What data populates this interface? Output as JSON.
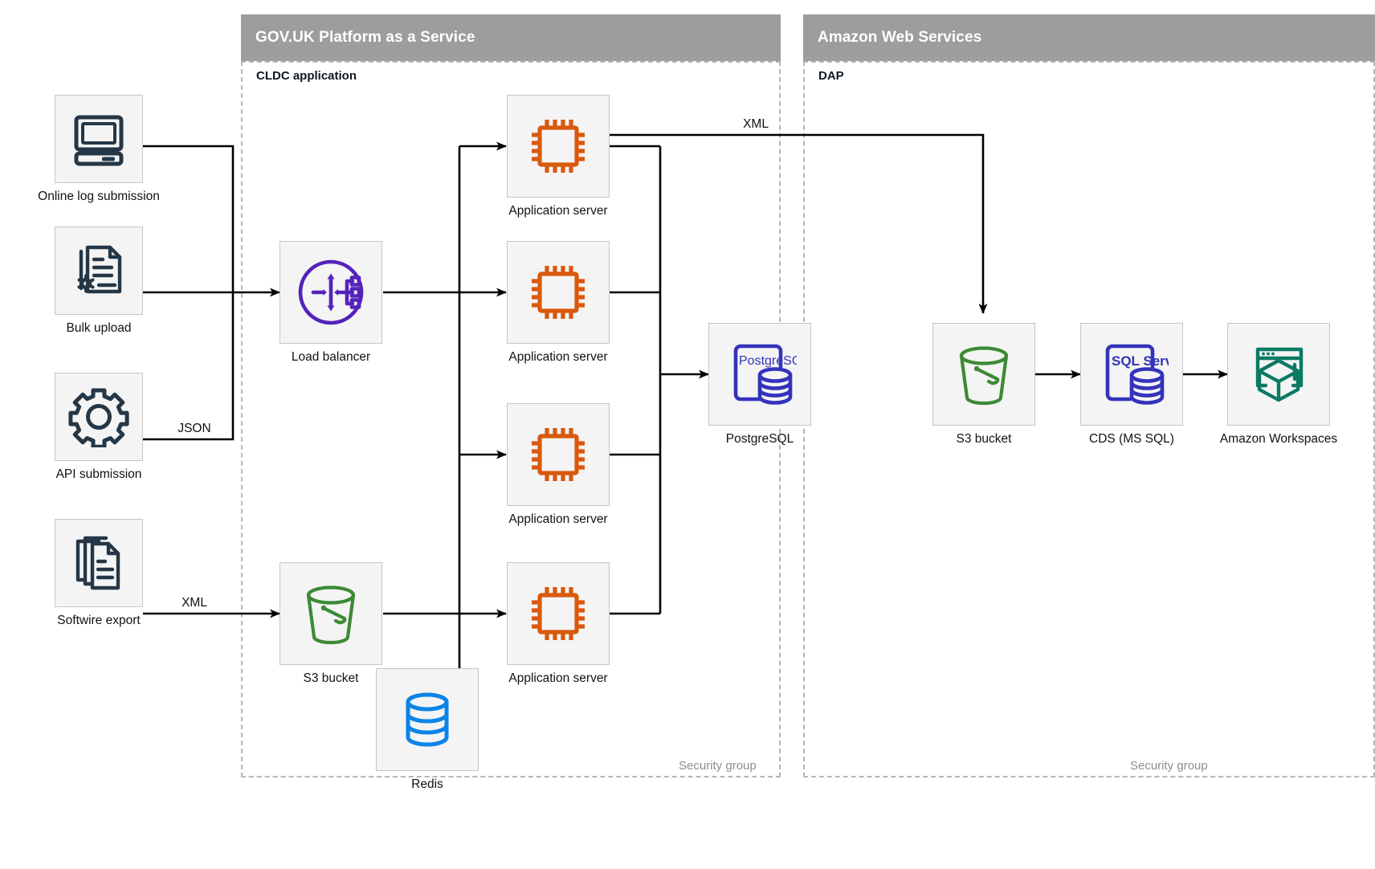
{
  "groups": [
    {
      "id": "paas",
      "title": "GOV.UK Platform as a Service",
      "sub_label": "CLDC application",
      "security_label": "Security group"
    },
    {
      "id": "aws",
      "title": "Amazon Web Services",
      "sub_label": "DAP",
      "security_label": "Security group"
    }
  ],
  "nodes": [
    {
      "id": "online-log-submission",
      "label": "Online log submission",
      "icon": "desktop-computer-icon",
      "color": "#253746"
    },
    {
      "id": "bulk-upload",
      "label": "Bulk upload",
      "icon": "document-gear-icon",
      "color": "#253746"
    },
    {
      "id": "api-submission",
      "label": "API submission",
      "icon": "gear-icon",
      "color": "#253746"
    },
    {
      "id": "softwire-export",
      "label": "Softwire export",
      "icon": "document-stack-icon",
      "color": "#253746"
    },
    {
      "id": "load-balancer",
      "label": "Load balancer",
      "icon": "load-balancer-icon",
      "color": "#5522bb"
    },
    {
      "id": "app-server-1",
      "label": "Application server",
      "icon": "cpu-chip-icon",
      "color": "#d9590d"
    },
    {
      "id": "app-server-2",
      "label": "Application server",
      "icon": "cpu-chip-icon",
      "color": "#d9590d"
    },
    {
      "id": "app-server-3",
      "label": "Application server",
      "icon": "cpu-chip-icon",
      "color": "#d9590d"
    },
    {
      "id": "app-server-4",
      "label": "Application server",
      "icon": "cpu-chip-icon",
      "color": "#d9590d"
    },
    {
      "id": "postgresql",
      "label": "PostgreSQL",
      "icon": "postgresql-icon",
      "color": "#3333bb",
      "badge_text": "PostgreSQL"
    },
    {
      "id": "s3-bucket-paas",
      "label": "S3 bucket",
      "icon": "s3-bucket-icon",
      "color": "#3c8a35"
    },
    {
      "id": "redis",
      "label": "Redis",
      "icon": "database-cylinder-icon",
      "color": "#0b84e8"
    },
    {
      "id": "s3-bucket-aws",
      "label": "S3 bucket",
      "icon": "s3-bucket-icon",
      "color": "#3c8a35"
    },
    {
      "id": "cds-ms-sql",
      "label": "CDS (MS SQL)",
      "icon": "sql-server-icon",
      "color": "#3333bb",
      "badge_text": "SQL Server"
    },
    {
      "id": "amazon-workspaces",
      "label": "Amazon Workspaces",
      "icon": "workspaces-cube-icon",
      "color": "#0b7a64"
    }
  ],
  "edges": [
    {
      "id": "online-log-to-lb",
      "from": "online-log-submission",
      "to": "load-balancer",
      "label": ""
    },
    {
      "id": "bulk-upload-to-lb",
      "from": "bulk-upload",
      "to": "load-balancer",
      "label": ""
    },
    {
      "id": "api-submission-to-lb",
      "from": "api-submission",
      "to": "load-balancer",
      "label": "JSON"
    },
    {
      "id": "softwire-to-s3",
      "from": "softwire-export",
      "to": "s3-bucket-paas",
      "label": "XML"
    },
    {
      "id": "lb-to-app-servers",
      "from": "load-balancer",
      "to": "app-server-1",
      "label": ""
    },
    {
      "id": "s3-to-app-server-4",
      "from": "s3-bucket-paas",
      "to": "app-server-4",
      "label": ""
    },
    {
      "id": "app-servers-to-pg",
      "from": "app-server-1",
      "to": "postgresql",
      "label": ""
    },
    {
      "id": "app-server-to-s3-aws",
      "from": "app-server-1",
      "to": "s3-bucket-aws",
      "label": "XML"
    },
    {
      "id": "redis-to-app-servers",
      "from": "redis",
      "to": "app-server-1",
      "label": ""
    },
    {
      "id": "s3-aws-to-cds",
      "from": "s3-bucket-aws",
      "to": "cds-ms-sql",
      "label": ""
    },
    {
      "id": "cds-to-workspaces",
      "from": "cds-ms-sql",
      "to": "amazon-workspaces",
      "label": ""
    }
  ],
  "colors": {
    "header_bg": "#9d9d9d",
    "header_text": "#ffffff",
    "tile_bg": "#f4f4f4",
    "tile_border": "#c6c6c6",
    "dashed_border": "#b5b5b5",
    "wire": "#000000",
    "text": "#121212",
    "muted_text": "#8e8e8e"
  }
}
